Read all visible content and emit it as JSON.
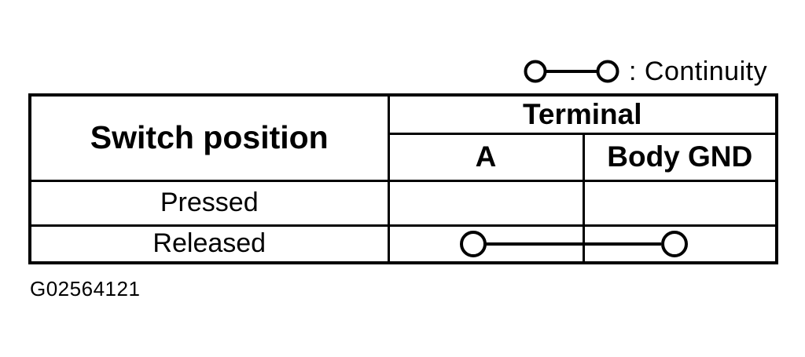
{
  "page": {
    "background": "#ffffff",
    "ink": "#000000"
  },
  "legend": {
    "symbol": "continuity-symbol",
    "label": ": Continuity"
  },
  "table": {
    "switch_position_header": "Switch position",
    "terminal_header": "Terminal",
    "terminal_a_header": "A",
    "terminal_gnd_header": "Body GND",
    "rows": [
      {
        "position": "Pressed",
        "continuity": false
      },
      {
        "position": "Released",
        "continuity": true
      }
    ]
  },
  "figure_id": "G02564121"
}
